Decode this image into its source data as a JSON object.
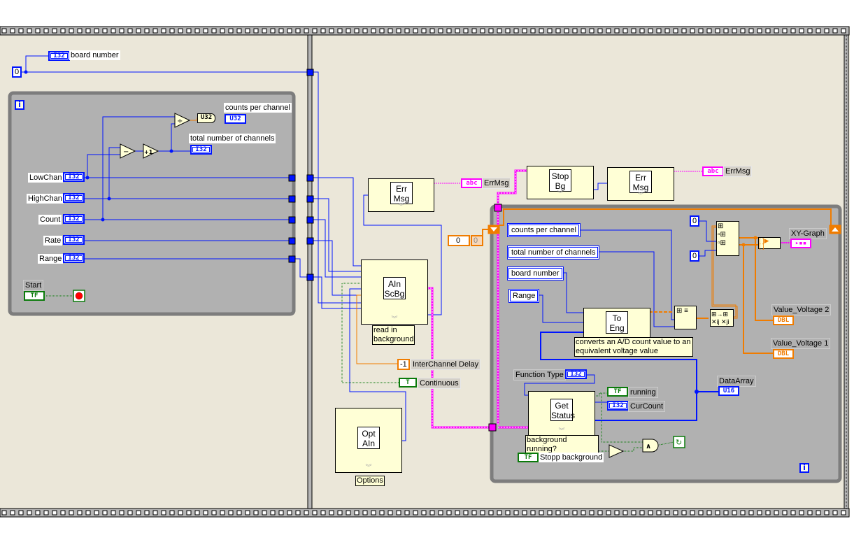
{
  "diagram": {
    "type": "LabVIEW block diagram",
    "structures": {
      "flat_sequence_frames": 2,
      "left_while_loop": {
        "iteration_terminal": "i"
      },
      "right_while_loop": {
        "iteration_terminal": "i"
      }
    },
    "icons": {
      "iteration": "i",
      "subtract": "−",
      "increment": "+1",
      "divide": "÷",
      "not": "¬",
      "and": "∧",
      "loop_condition": "↻",
      "stop": "●"
    },
    "terminal_types": {
      "i32": "I32",
      "u32": "U32",
      "u16": "U16",
      "tf": "TF",
      "abc": "abc",
      "dbl": "DBL"
    }
  },
  "left_frame": {
    "board_number_const": "0",
    "board_number_label": "board number",
    "inputs": [
      {
        "label": "LowChan",
        "type": "I32"
      },
      {
        "label": "HighChan",
        "type": "I32"
      },
      {
        "label": "Count",
        "type": "I32"
      },
      {
        "label": "Rate",
        "type": "I32"
      },
      {
        "label": "Range",
        "type": "I32"
      }
    ],
    "counts_per_channel_label": "counts per channel",
    "total_channels_label": "total number of channels",
    "convert_u32": "U32",
    "start_label": "Start"
  },
  "middle": {
    "err_msg_1": {
      "line1": "Err",
      "line2": "Msg"
    },
    "errmsg_indicator_1": "ErrMsg",
    "ain_scbg": {
      "line1": "AIn",
      "line2": "ScBg",
      "note": "read in background"
    },
    "interchannel_delay_const": "-1",
    "interchannel_delay_label": "InterChannel Delay",
    "continuous_label": "Continuous",
    "continuous_value": "T",
    "opt_ain": {
      "line1": "Opt",
      "line2": "AIn",
      "note": "Options"
    },
    "shift_init_const": "0",
    "shift_init_display": "0"
  },
  "top_right": {
    "stop_bg": {
      "line1": "Stop",
      "line2": "Bg"
    },
    "err_msg_2": {
      "line1": "Err",
      "line2": "Msg"
    },
    "errmsg_indicator_2": "ErrMsg"
  },
  "right_loop": {
    "locals": [
      "counts per channel",
      "total number of channels",
      "board number",
      "Range"
    ],
    "to_eng": {
      "line1": "To",
      "line2": "Eng",
      "note": "converts an A/D count value to an equivalent voltage value"
    },
    "index_const_1": "0",
    "index_const_2": "0",
    "xy_graph_label": "XY-Graph",
    "value_voltage_2_label": "Value_Voltage 2",
    "value_voltage_1_label": "Value_Voltage 1",
    "data_array_label": "DataArray",
    "function_type_label": "Function Type",
    "get_status": {
      "line1": "Get",
      "line2": "Status",
      "note": "background running?"
    },
    "running_label": "running",
    "curcount_label": "CurCount",
    "stopp_background_label": "Stopp background"
  }
}
